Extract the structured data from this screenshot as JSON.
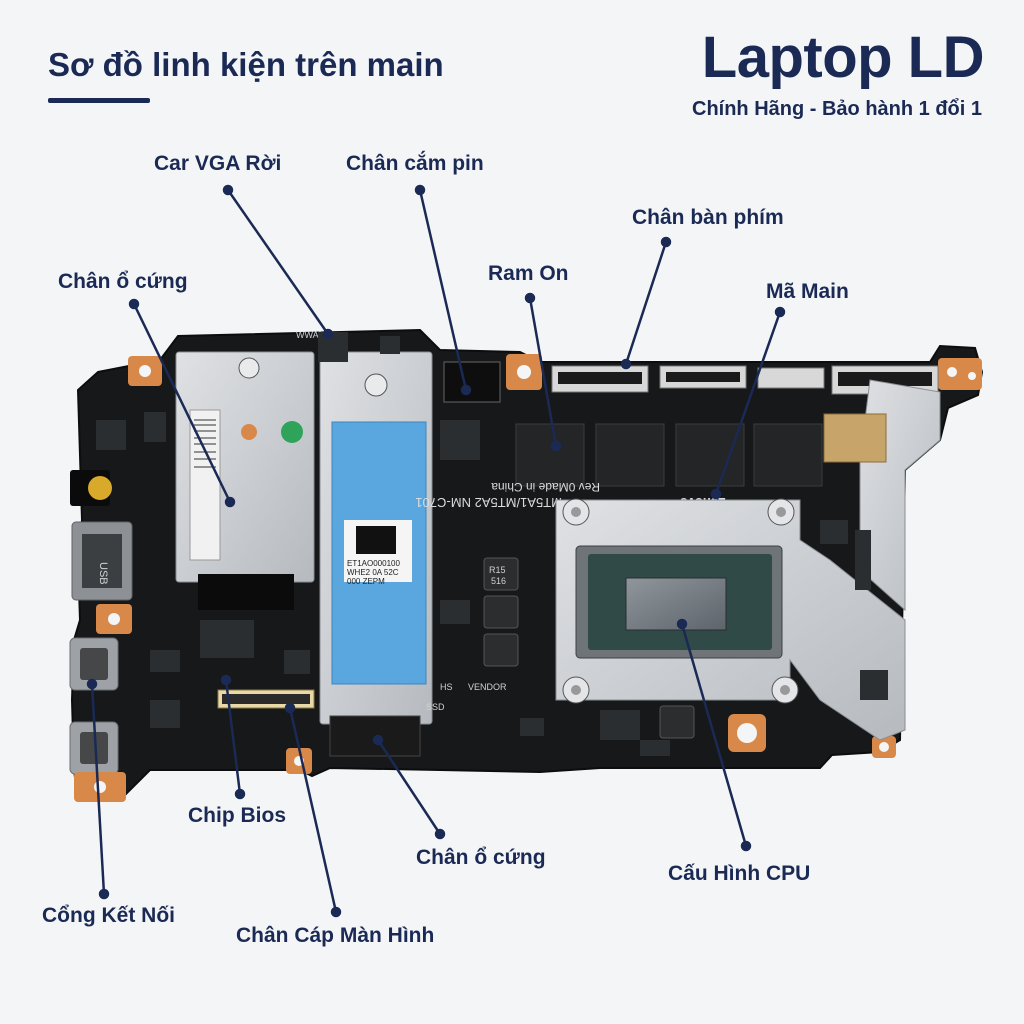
{
  "header": {
    "title": "Sơ đồ linh kiện trên main",
    "brand": "Laptop LD",
    "brand_subtitle": "Chính Hãng - Bảo hành 1 đổi 1"
  },
  "callouts": {
    "car_vga": "Car VGA Rời",
    "chan_cam_pin": "Chân cắm pin",
    "chan_ban_phim": "Chân bàn phím",
    "ram_on": "Ram On",
    "ma_main": "Mã Main",
    "chan_o_cung_top": "Chân ổ cứng",
    "chip_bios": "Chip Bios",
    "chan_o_cung_bottom": "Chân ổ cứng",
    "cau_hinh_cpu": "Cấu Hình CPU",
    "cong_ket_noi": "Cổng Kết Nối",
    "chan_cap_man_hinh": "Chân Cáp Màn Hình"
  },
  "board_text": {
    "model": "MT5A1/MT5A2 NM-C701",
    "revision": "Rev 0Made in China",
    "maker": "Lenovo",
    "ssd_label_1": "ET1AO000100",
    "ssd_label_2": "WHE2 0A 52C",
    "ssd_label_3": "000 ZEPM",
    "wwan": "WWAN",
    "ssd": "SSD",
    "hs": "HS",
    "vendor": "VENDOR",
    "usb": "USB",
    "ind_1": "R15",
    "ind_2": "516"
  },
  "colors": {
    "accent": "#1b2a55",
    "background": "#f4f5f6",
    "pcb": "#161819",
    "shield": "#c9ccd0",
    "ssd_tape": "#5aa7e0",
    "cpu_green": "#2f4a47"
  }
}
